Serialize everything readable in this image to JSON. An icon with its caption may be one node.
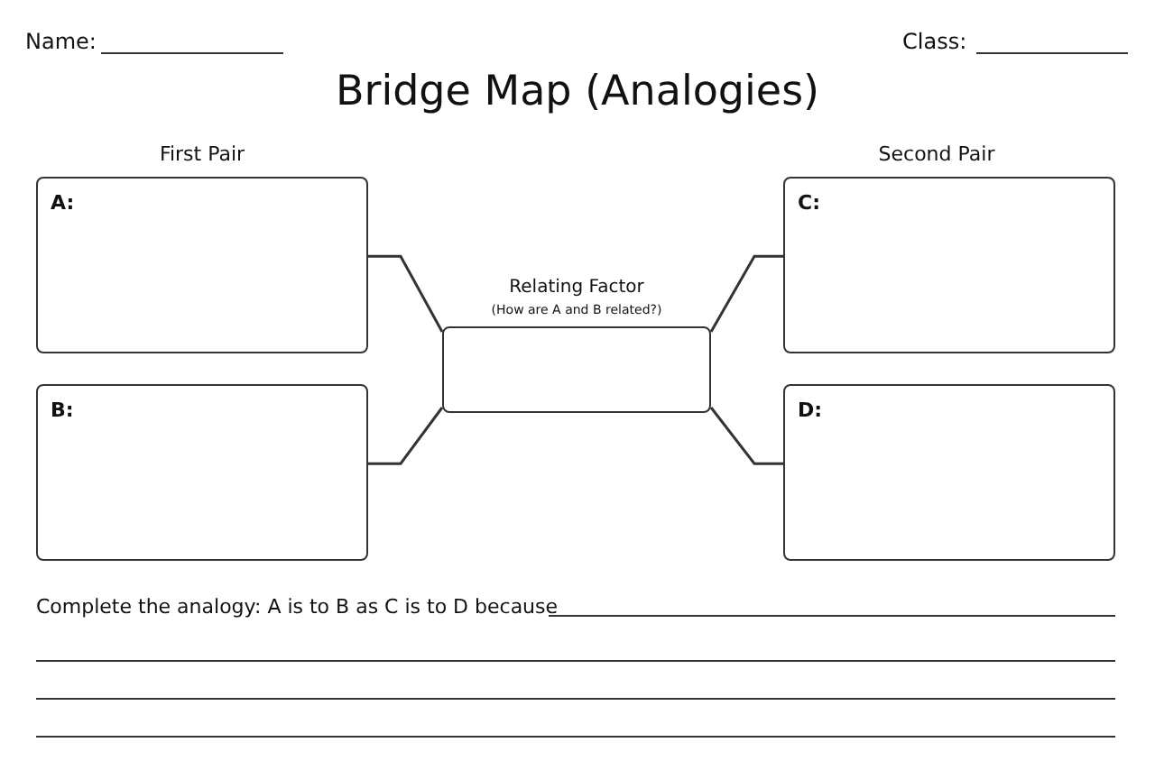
{
  "diagram": {
    "title": "Bridge Map (Analogies)",
    "nodes": [
      {
        "text": [
          "A:"
        ]
      },
      {
        "text": [
          "B:"
        ]
      },
      {
        "text": [
          "Relating Factor",
          "(How are A and B related?)"
        ]
      },
      {
        "text": [
          "C:"
        ]
      },
      {
        "text": [
          "D:"
        ]
      }
    ],
    "edges": [
      {
        "from": 0,
        "to": 2,
        "arrow": "none"
      },
      {
        "from": 1,
        "to": 2,
        "arrow": "none"
      },
      {
        "from": 2,
        "to": 3,
        "arrow": "none"
      },
      {
        "from": 2,
        "to": 4,
        "arrow": "none"
      }
    ],
    "labels": [
      "Name:",
      "Class:",
      "First Pair",
      "Second Pair",
      "Complete the analogy: A is to B as C is to D because"
    ]
  }
}
